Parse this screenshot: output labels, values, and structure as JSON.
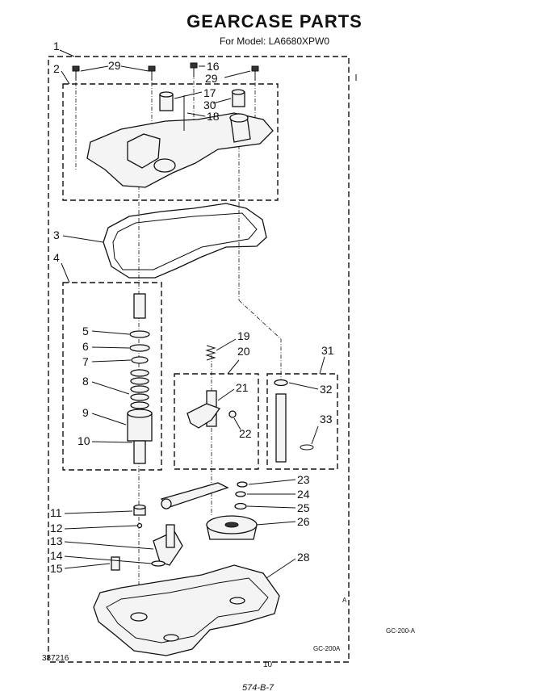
{
  "header": {
    "title": "GEARCASE PARTS",
    "model": "For Model: LA6680XPW0"
  },
  "footer": {
    "doc_number": "387216",
    "page_number": "10",
    "handwritten": "574-B-7",
    "figure_code": "GC-200A",
    "side_code": "GC-200-A",
    "side_mark": "A"
  },
  "diagram": {
    "callouts": [
      "1",
      "2",
      "3",
      "4",
      "5",
      "6",
      "7",
      "8",
      "9",
      "10",
      "11",
      "12",
      "13",
      "14",
      "15",
      "16",
      "17",
      "18",
      "19",
      "20",
      "21",
      "22",
      "23",
      "24",
      "25",
      "26",
      "28",
      "29",
      "29",
      "30",
      "31",
      "32",
      "33"
    ]
  }
}
